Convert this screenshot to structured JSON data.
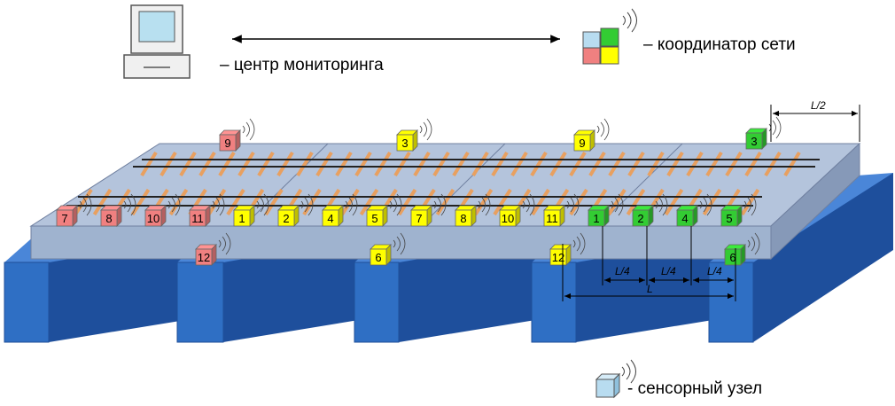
{
  "legend": {
    "monitoring_center": "–  центр мониторинга",
    "coordinator": "– координатор сети",
    "sensor_node": "- сенсорный узел"
  },
  "dimensions": {
    "half_span": "L/2",
    "span": "L",
    "quarter": "L/4"
  },
  "colors": {
    "red": "#f08080",
    "yellow": "#ffff00",
    "green": "#33cc33",
    "sensor": "#b8dcf0",
    "pillar": "#2f6fc4",
    "deck": "#a8bcd8",
    "sleeper": "#e8a060"
  },
  "back_nodes": [
    {
      "label": "9",
      "color": "red"
    },
    {
      "label": "3",
      "color": "yellow"
    },
    {
      "label": "9",
      "color": "yellow"
    },
    {
      "label": "3",
      "color": "green"
    }
  ],
  "front_nodes": [
    {
      "label": "7",
      "color": "red"
    },
    {
      "label": "8",
      "color": "red"
    },
    {
      "label": "10",
      "color": "red"
    },
    {
      "label": "11",
      "color": "red"
    },
    {
      "label": "1",
      "color": "yellow"
    },
    {
      "label": "2",
      "color": "yellow"
    },
    {
      "label": "4",
      "color": "yellow"
    },
    {
      "label": "5",
      "color": "yellow"
    },
    {
      "label": "7",
      "color": "yellow"
    },
    {
      "label": "8",
      "color": "yellow"
    },
    {
      "label": "10",
      "color": "yellow"
    },
    {
      "label": "11",
      "color": "yellow"
    },
    {
      "label": "1",
      "color": "green"
    },
    {
      "label": "2",
      "color": "green"
    },
    {
      "label": "4",
      "color": "green"
    },
    {
      "label": "5",
      "color": "green"
    }
  ],
  "pillar_nodes": [
    {
      "label": "12",
      "color": "red"
    },
    {
      "label": "6",
      "color": "yellow"
    },
    {
      "label": "12",
      "color": "yellow"
    },
    {
      "label": "6",
      "color": "green"
    }
  ]
}
